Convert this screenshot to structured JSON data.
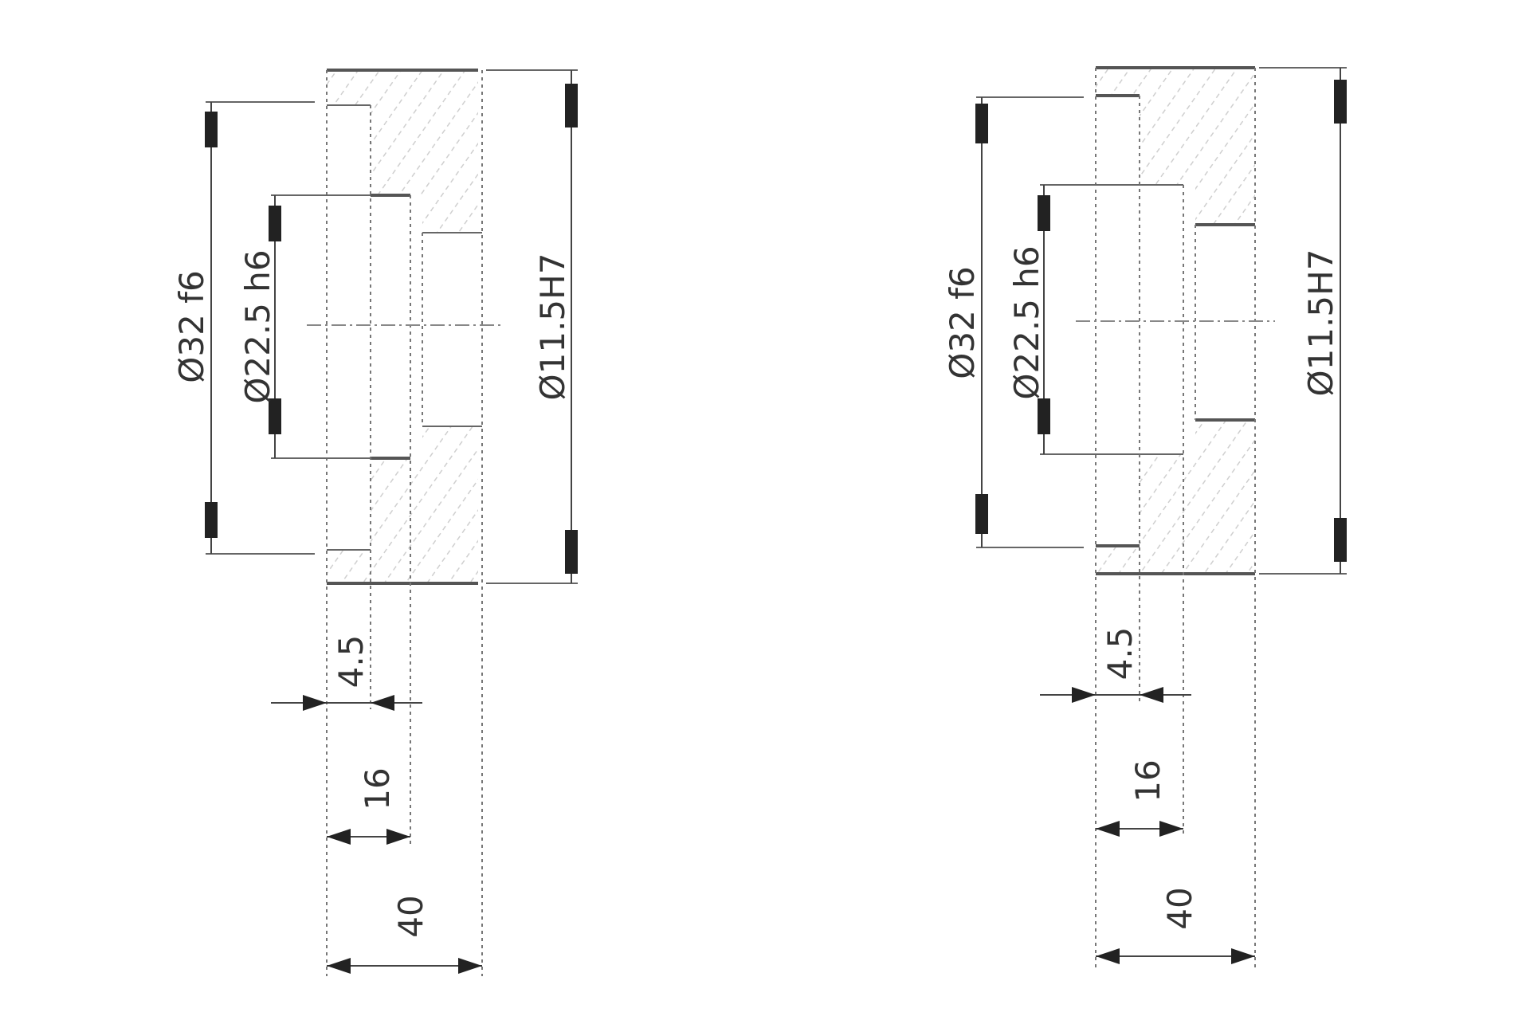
{
  "drawings": [
    {
      "name": "left",
      "dims": {
        "d_outer_tol": "Ø32 f6",
        "d_mid": "Ø22.5 h6",
        "d_inner": "Ø11.5H7",
        "len_a": "4.5",
        "len_b": "16",
        "len_c": "40"
      }
    },
    {
      "name": "right",
      "dims": {
        "d_outer_tol": "Ø32 f6",
        "d_mid": "Ø22.5 h6",
        "d_inner": "Ø11.5H7",
        "len_a": "4.5",
        "len_b": "16",
        "len_c": "40"
      }
    }
  ]
}
